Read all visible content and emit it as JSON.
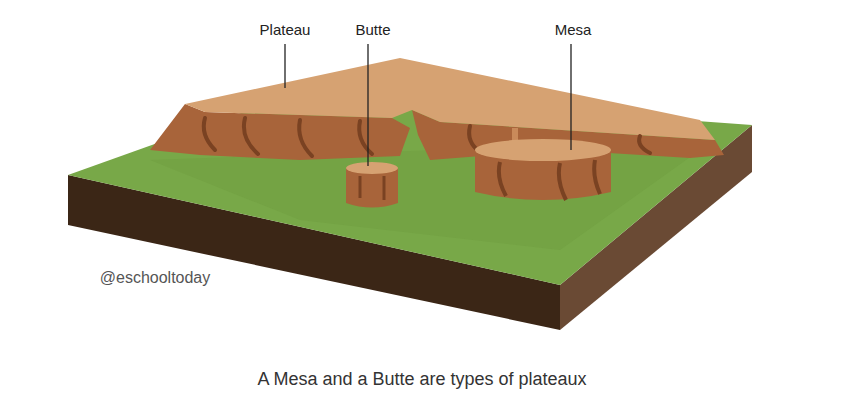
{
  "diagram": {
    "caption": "A Mesa and a Butte are types of plateaux",
    "labels": [
      "Plateau",
      "Butte",
      "Mesa",
      "@eschooltoday"
    ]
  }
}
